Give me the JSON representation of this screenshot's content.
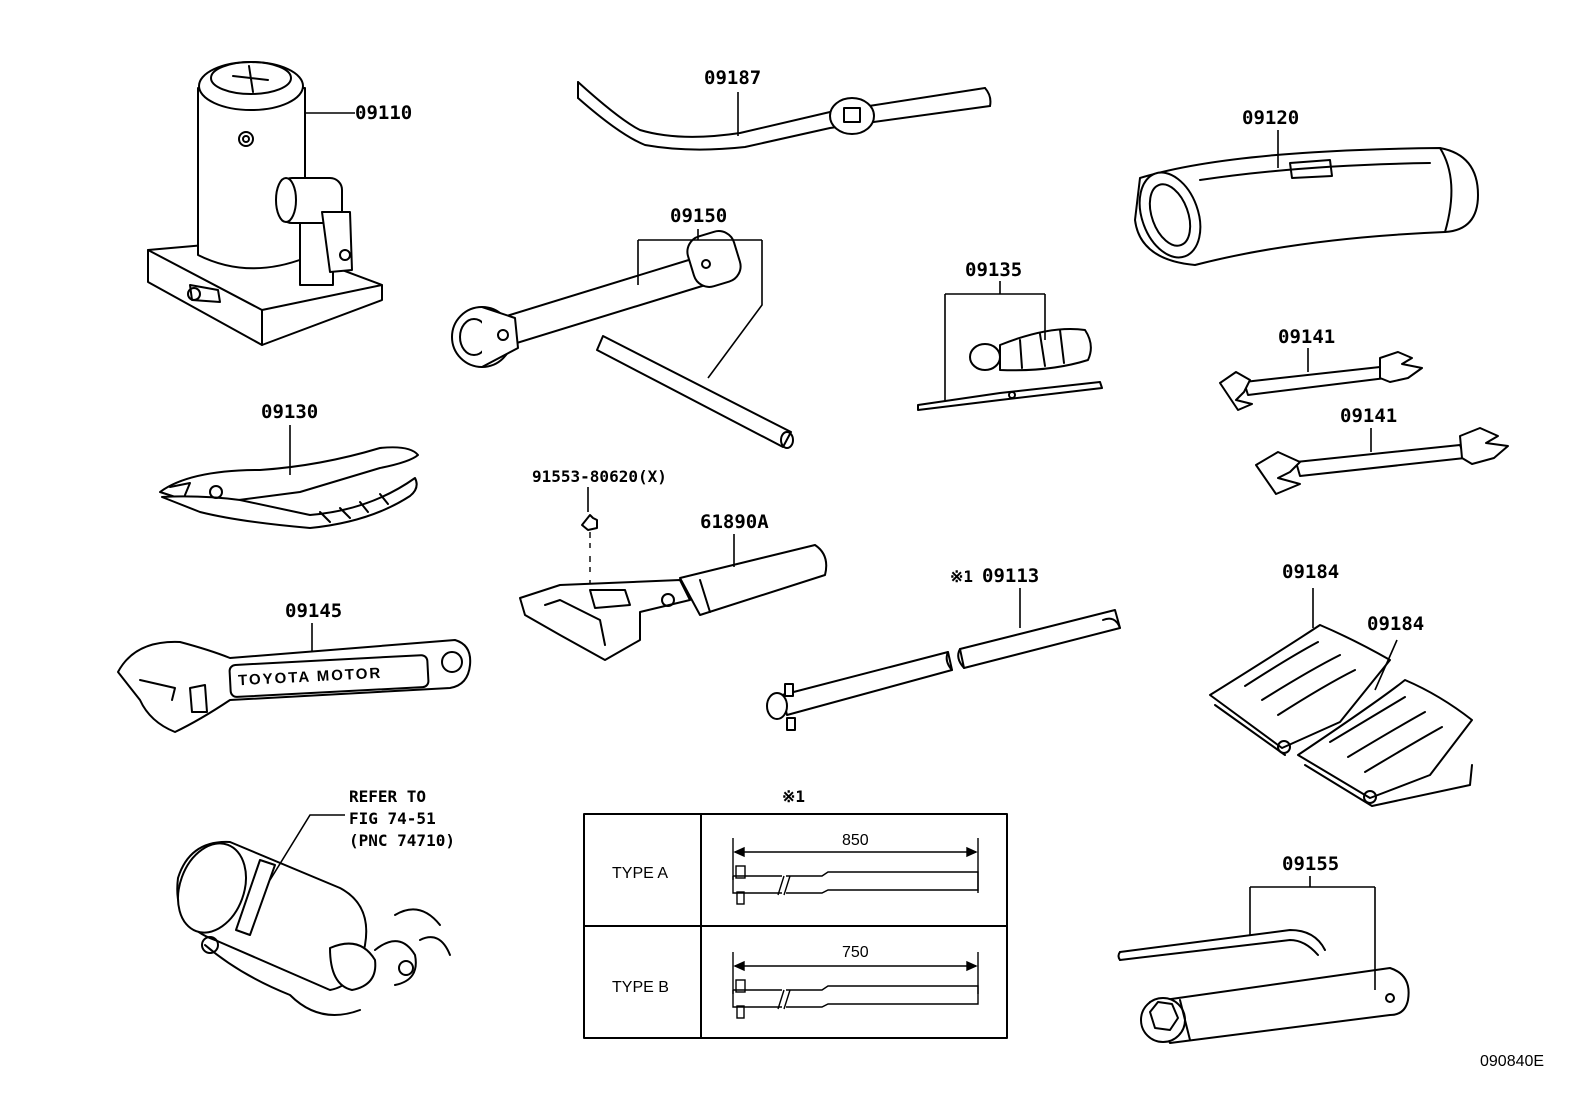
{
  "labels": {
    "p09110": "09110",
    "p09187": "09187",
    "p09120": "09120",
    "p09150": "09150",
    "p09135": "09135",
    "p09130": "09130",
    "p09141a": "09141",
    "p09141b": "09141",
    "bolt": "91553-80620(X)",
    "p61890A": "61890A",
    "note_marker_09113": "※1",
    "p09113": "09113",
    "p09184a": "09184",
    "p09184b": "09184",
    "p09145": "09145",
    "wrench_text": "TOYOTA MOTOR",
    "refer_line1": "REFER TO",
    "refer_line2": "FIG 74-51",
    "refer_line3": "(PNC 74710)",
    "p09155": "09155",
    "figure_code": "090840E"
  },
  "table": {
    "marker": "※1",
    "rows": [
      {
        "type": "TYPE A",
        "dimension": "850"
      },
      {
        "type": "TYPE B",
        "dimension": "750"
      }
    ]
  }
}
